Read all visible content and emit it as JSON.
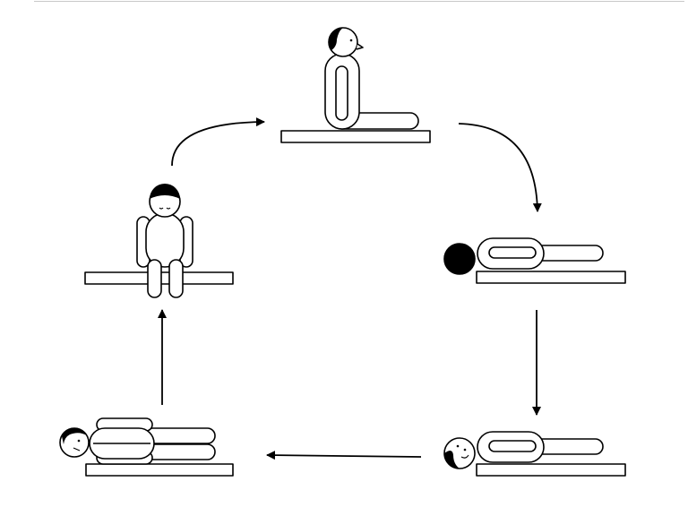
{
  "diagram": {
    "kind": "cyclic sequence of figure poses",
    "steps": [
      {
        "pose": "sitting-legs-extended"
      },
      {
        "pose": "lying-supine"
      },
      {
        "pose": "lying-supine-face-visible"
      },
      {
        "pose": "lying-on-side"
      },
      {
        "pose": "sitting-on-edge"
      }
    ],
    "flow": "clockwise",
    "colors": {
      "stroke": "#000000",
      "fill": "#ffffff",
      "hair": "#000000",
      "rule": "#c8c8c8"
    }
  }
}
